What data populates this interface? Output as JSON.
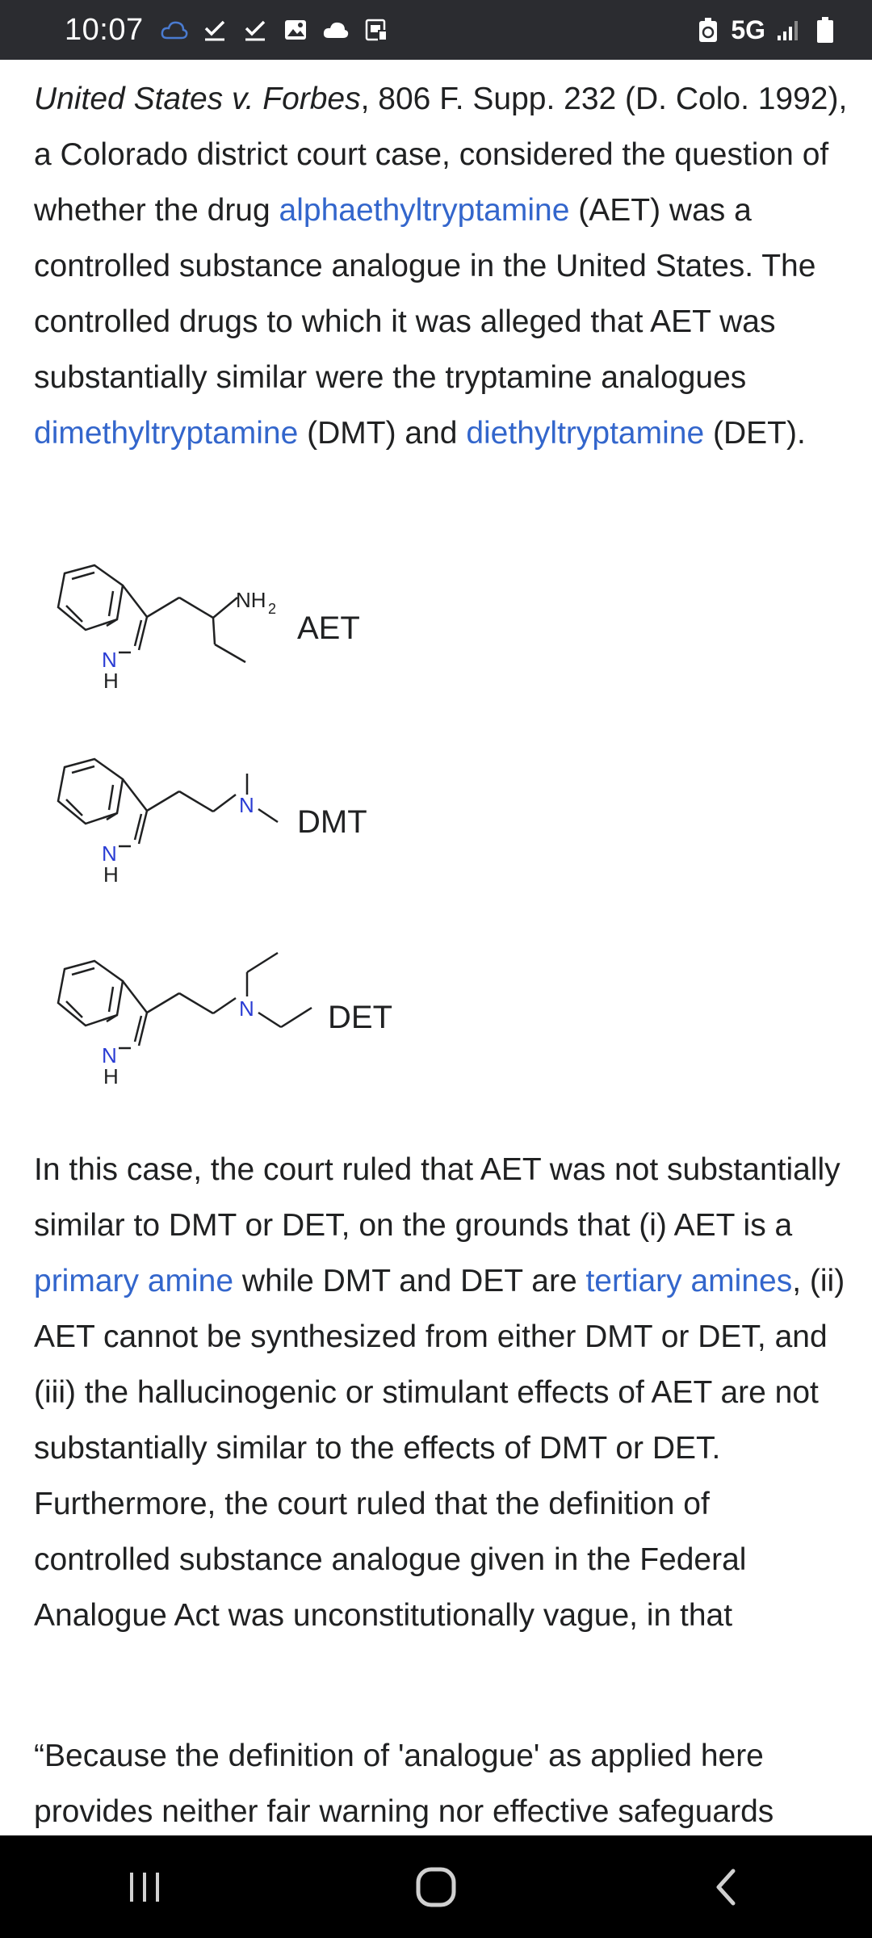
{
  "status_bar": {
    "time": "10:07",
    "network": "5G",
    "icons": [
      "cloud-outline-icon",
      "check-icon",
      "check-icon",
      "image-icon",
      "cloud-icon",
      "screencast-icon",
      "recycle-icon",
      "signal-icon",
      "battery-icon"
    ]
  },
  "article": {
    "p1": {
      "case_name": "United States v. Forbes",
      "t1": ", 806 F. Supp. 232 (D. Colo. 1992), a Colorado district court case, considered the question of whether the drug ",
      "link1": "alphaethyltryptamine",
      "t2": " (AET) was a controlled substance analogue in the United States. The controlled drugs to which it was alleged that AET was substantially similar were the tryptamine analogues ",
      "link2": "dimethyltryptamine",
      "t3": " (DMT) and ",
      "link3": "diethyltryptamine",
      "t4": " (DET)."
    },
    "molecules": [
      {
        "label": "AET",
        "amine_label": "NH",
        "amine_sub": "2",
        "ring_n": "N",
        "ring_h": "H"
      },
      {
        "label": "DMT",
        "amine_label": "N",
        "ring_n": "N",
        "ring_h": "H"
      },
      {
        "label": "DET",
        "amine_label": "N",
        "ring_n": "N",
        "ring_h": "H"
      }
    ],
    "p2": {
      "t1": "In this case, the court ruled that AET was not substantially similar to DMT or DET, on the grounds that (i) AET is a ",
      "link1": "primary amine",
      "t2": " while DMT and DET are ",
      "link2": "tertiary amines",
      "t3": ", (ii) AET cannot be synthesized from either DMT or DET, and (iii) the hallucinogenic or stimulant effects of AET are not substantially similar to the effects of DMT or DET. Furthermore, the court ruled that the definition of controlled substance analogue given in the Federal Analogue Act was unconstitutionally vague, in that"
    },
    "p3": "“Because the definition of 'analogue' as applied here provides neither fair warning nor effective safeguards"
  },
  "nav_bar": {
    "buttons": [
      "recents-button",
      "home-button",
      "back-button"
    ]
  },
  "colors": {
    "status_bg": "#2b2c30",
    "link": "#3366cc",
    "text": "#202122",
    "nav_bg": "#000000",
    "nitrogen": "#2a3cd4"
  }
}
